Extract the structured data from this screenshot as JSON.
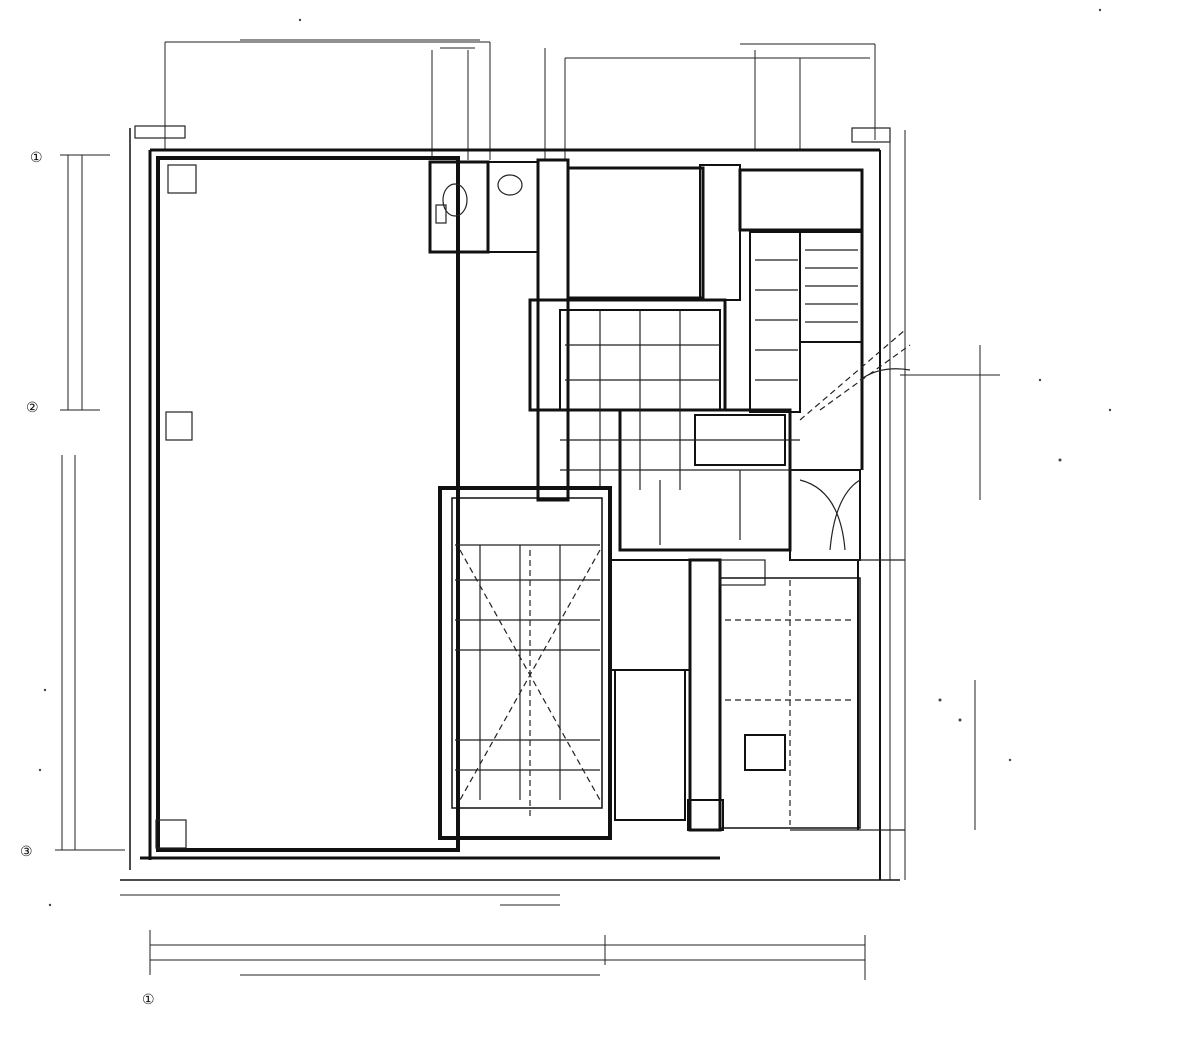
{
  "drawing": {
    "kind": "floor-plan",
    "background": "#ffffff",
    "ink": "#111111",
    "axis_markers": [
      {
        "id": "row-top",
        "label": "①"
      },
      {
        "id": "row-middle",
        "label": "②"
      },
      {
        "id": "row-lower",
        "label": "③"
      },
      {
        "id": "col-left",
        "label": "①"
      }
    ],
    "room_labels": []
  }
}
